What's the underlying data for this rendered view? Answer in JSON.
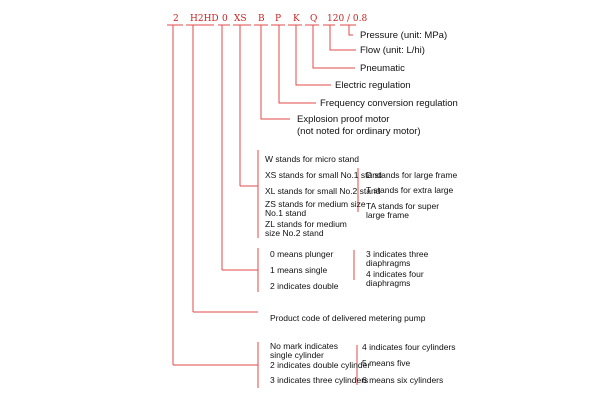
{
  "colors": {
    "line": "#e14a4a",
    "code": "#cc2222",
    "text": "#111111"
  },
  "codes": {
    "c1": "2",
    "c2": "H2HD",
    "c3": "0",
    "c4": "XS",
    "c5": "B",
    "c6": "P",
    "c7": "K",
    "c8": "Q",
    "c9": "120 / 0.8"
  },
  "labels": {
    "pressure": "Pressure (unit: MPa)",
    "flow": "Flow (unit: L/hi)",
    "pneumatic": "Pneumatic",
    "electric": "Electric regulation",
    "frequency": "Frequency conversion regulation",
    "explosion1": "Explosion proof motor",
    "explosion2": "(not noted for ordinary motor)"
  },
  "stand": {
    "w": "W stands for micro stand",
    "xs": "XS stands for small No.1 stand",
    "xl": "XL stands for small No.2 stand",
    "zs1": "ZS stands for medium size",
    "zs2": "No.1 stand",
    "zl1": "ZL stands for medium",
    "zl2": "size No.2 stand",
    "d": "D stands for large frame",
    "t": "T stands for extra large",
    "ta1": "TA stands for super",
    "ta2": "large frame"
  },
  "pump": {
    "zero": "0 means plunger",
    "one": "1 means single",
    "two": "2 indicates double",
    "three1": "3 indicates three",
    "three2": "diaphragms",
    "four1": "4 indicates four",
    "four2": "diaphragms"
  },
  "product": "Product code of delivered metering pump",
  "cyl": {
    "nomark1": "No mark indicates",
    "nomark2": "single cylinder",
    "two": "2 indicates double cylinder",
    "three": "3 indicates three cylinders",
    "four": "4 indicates four cylinders",
    "five": "5 means five",
    "six": "6 means six cylinders"
  }
}
